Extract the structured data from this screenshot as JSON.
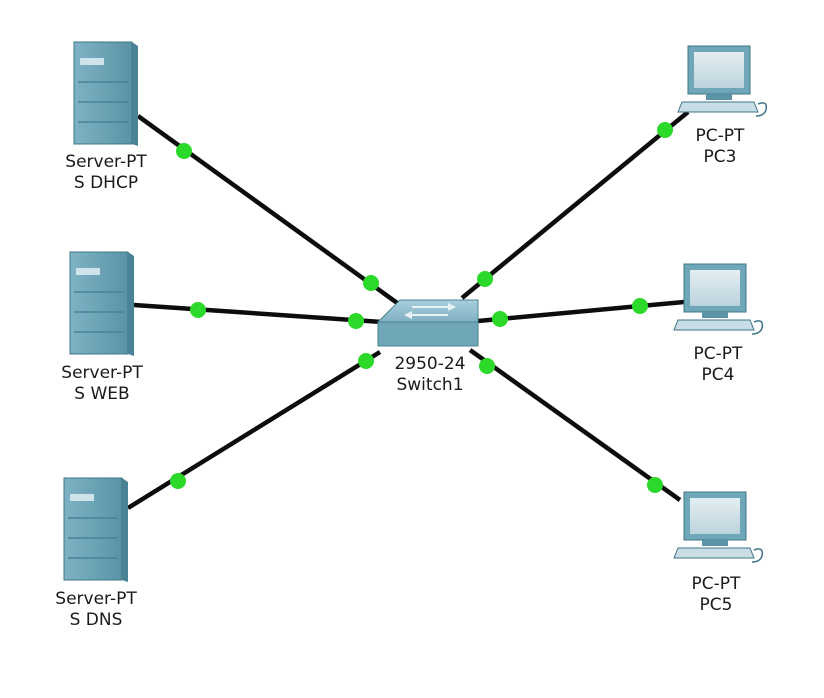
{
  "colors": {
    "link": "#0d0d0d",
    "link_light": "#2bd92b",
    "server_body": "#6fa6b8",
    "server_side": "#4b8396",
    "pc_body": "#c9dde5",
    "pc_frame": "#6fa6b8",
    "switch_body": "#7fb0c2"
  },
  "nodes": {
    "s_dhcp": {
      "model": "Server-PT",
      "name": "S DHCP",
      "icon": "server-icon"
    },
    "s_web": {
      "model": "Server-PT",
      "name": "S WEB",
      "icon": "server-icon"
    },
    "s_dns": {
      "model": "Server-PT",
      "name": "S DNS",
      "icon": "server-icon"
    },
    "switch1": {
      "model": "2950-24",
      "name": "Switch1",
      "icon": "switch-icon"
    },
    "pc3": {
      "model": "PC-PT",
      "name": "PC3",
      "icon": "pc-icon"
    },
    "pc4": {
      "model": "PC-PT",
      "name": "PC4",
      "icon": "pc-icon"
    },
    "pc5": {
      "model": "PC-PT",
      "name": "PC5",
      "icon": "pc-icon"
    }
  },
  "links": [
    {
      "from": "s_dhcp",
      "to": "switch1",
      "status": "up"
    },
    {
      "from": "s_web",
      "to": "switch1",
      "status": "up"
    },
    {
      "from": "s_dns",
      "to": "switch1",
      "status": "up"
    },
    {
      "from": "pc3",
      "to": "switch1",
      "status": "up"
    },
    {
      "from": "pc4",
      "to": "switch1",
      "status": "up"
    },
    {
      "from": "pc5",
      "to": "switch1",
      "status": "up"
    }
  ]
}
